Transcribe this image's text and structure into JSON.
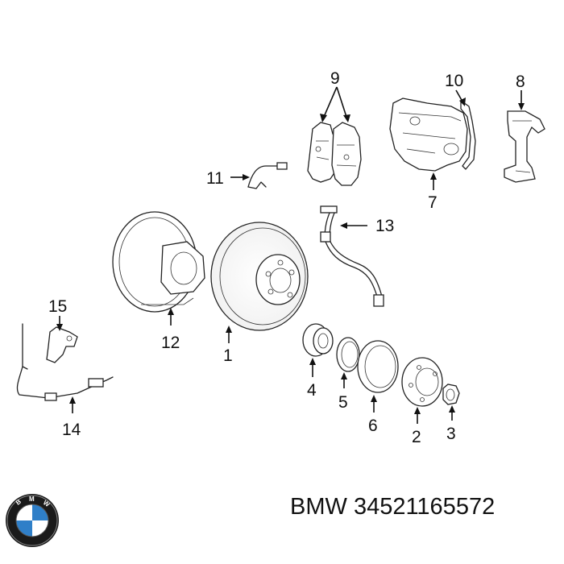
{
  "callouts": {
    "c1": "1",
    "c2": "2",
    "c3": "3",
    "c4": "4",
    "c5": "5",
    "c6": "6",
    "c7": "7",
    "c8": "8",
    "c9": "9",
    "c10": "10",
    "c11": "11",
    "c12": "12",
    "c13": "13",
    "c14": "14",
    "c15": "15"
  },
  "footer": {
    "brand": "BMW",
    "part_number": "34521165572"
  },
  "logo": {
    "icon": "bmw-roundel-icon",
    "colors": {
      "ring": "#1a1a1a",
      "blue": "#2f7fc8",
      "white": "#ffffff"
    }
  }
}
